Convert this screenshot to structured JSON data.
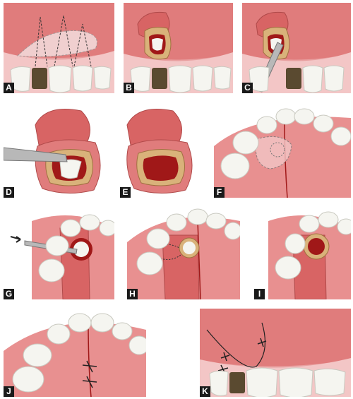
{
  "figure": {
    "panels": [
      {
        "id": "A",
        "label": "A"
      },
      {
        "id": "B",
        "label": "B"
      },
      {
        "id": "C",
        "label": "C"
      },
      {
        "id": "D",
        "label": "D"
      },
      {
        "id": "E",
        "label": "E"
      },
      {
        "id": "F",
        "label": "F"
      },
      {
        "id": "G",
        "label": "G"
      },
      {
        "id": "H",
        "label": "H"
      },
      {
        "id": "I",
        "label": "I"
      },
      {
        "id": "J",
        "label": "J"
      },
      {
        "id": "K",
        "label": "K"
      }
    ],
    "colors": {
      "gum": "#e07c7c",
      "gum_dark": "#c85a5a",
      "flap": "#d86464",
      "tooth": "#f5f5f0",
      "tooth_shadow": "#c9c9c0",
      "bone": "#d9b27a",
      "blood": "#a01818",
      "stain": "#5a4a30",
      "instrument": "#b8b8b8",
      "suture": "#222222"
    }
  }
}
